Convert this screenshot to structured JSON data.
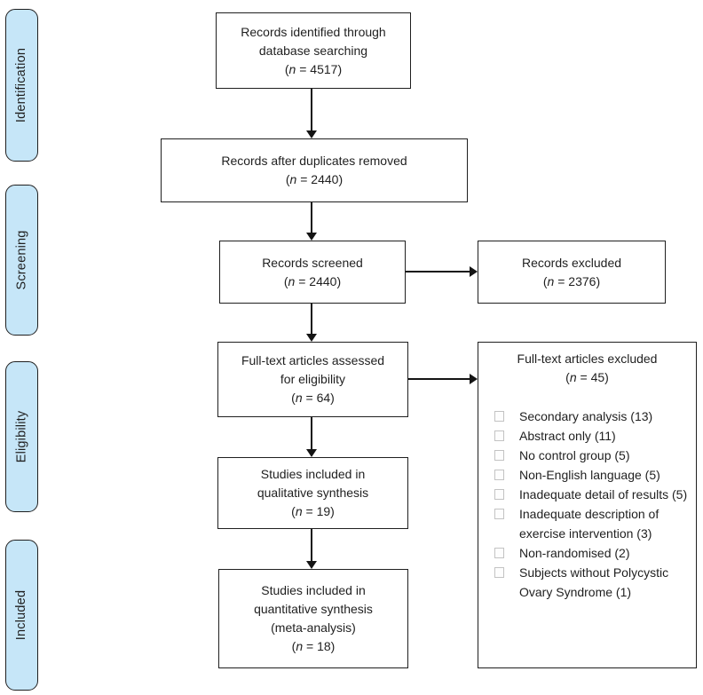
{
  "colors": {
    "stage_fill": "#c6e6f8",
    "stage_border": "#1f1f1f",
    "box_border": "#1f1f1f",
    "text": "#1f1f1f",
    "bullet_border": "#c3c3c3",
    "arrow": "#141414"
  },
  "nformat": {
    "open": "(",
    "var": "n",
    "eq": " = ",
    "close": ")"
  },
  "stages": [
    {
      "label": "Identification"
    },
    {
      "label": "Screening"
    },
    {
      "label": "Eligibility"
    },
    {
      "label": "Included"
    }
  ],
  "boxes": {
    "identified": {
      "lines": [
        "Records identified through",
        "database searching"
      ],
      "count": "4517"
    },
    "duplicates": {
      "lines": [
        "Records after duplicates removed"
      ],
      "count": "2440"
    },
    "screened": {
      "lines": [
        "Records screened"
      ],
      "count": "2440"
    },
    "excluded": {
      "lines": [
        "Records excluded"
      ],
      "count": "2376"
    },
    "fulltext": {
      "lines": [
        "Full-text articles assessed",
        "for eligibility"
      ],
      "count": "64"
    },
    "fulltext_excluded": {
      "title": "Full-text articles excluded",
      "count": "45",
      "reasons": [
        "Secondary analysis (13)",
        "Abstract only (11)",
        "No control group (5)",
        "Non-English language (5)",
        "Inadequate detail of results (5)",
        "Inadequate description of exercise intervention (3)",
        "Non-randomised (2)",
        "Subjects without Polycystic Ovary Syndrome (1)"
      ]
    },
    "qualitative": {
      "lines": [
        "Studies included in",
        "qualitative synthesis"
      ],
      "count": "19"
    },
    "quantitative": {
      "lines": [
        "Studies included in",
        "quantitative synthesis",
        "(meta-analysis)"
      ],
      "count": "18"
    }
  }
}
